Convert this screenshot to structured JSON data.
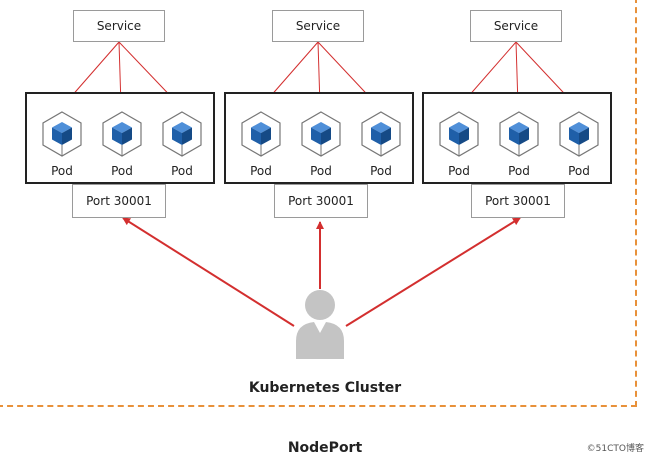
{
  "services": [
    {
      "label": "Service"
    },
    {
      "label": "Service"
    },
    {
      "label": "Service"
    }
  ],
  "groups": [
    {
      "pods": [
        {
          "label": "Pod"
        },
        {
          "label": "Pod"
        },
        {
          "label": "Pod"
        }
      ],
      "port": "Port 30001"
    },
    {
      "pods": [
        {
          "label": "Pod"
        },
        {
          "label": "Pod"
        },
        {
          "label": "Pod"
        }
      ],
      "port": "Port 30001"
    },
    {
      "pods": [
        {
          "label": "Pod"
        },
        {
          "label": "Pod"
        },
        {
          "label": "Pod"
        }
      ],
      "port": "Port 30001"
    }
  ],
  "cluster_label": "Kubernetes Cluster",
  "diagram_title": "NodePort",
  "watermark": "©51CTO博客",
  "colors": {
    "arrow": "#d32f2f",
    "cluster_border": "#e8913a",
    "pod_cube": "#1f5fa8",
    "pod_outline": "#777777",
    "user": "#c4c4c4"
  },
  "icons": {
    "pod": "pod-cube-icon",
    "user": "user-icon"
  }
}
